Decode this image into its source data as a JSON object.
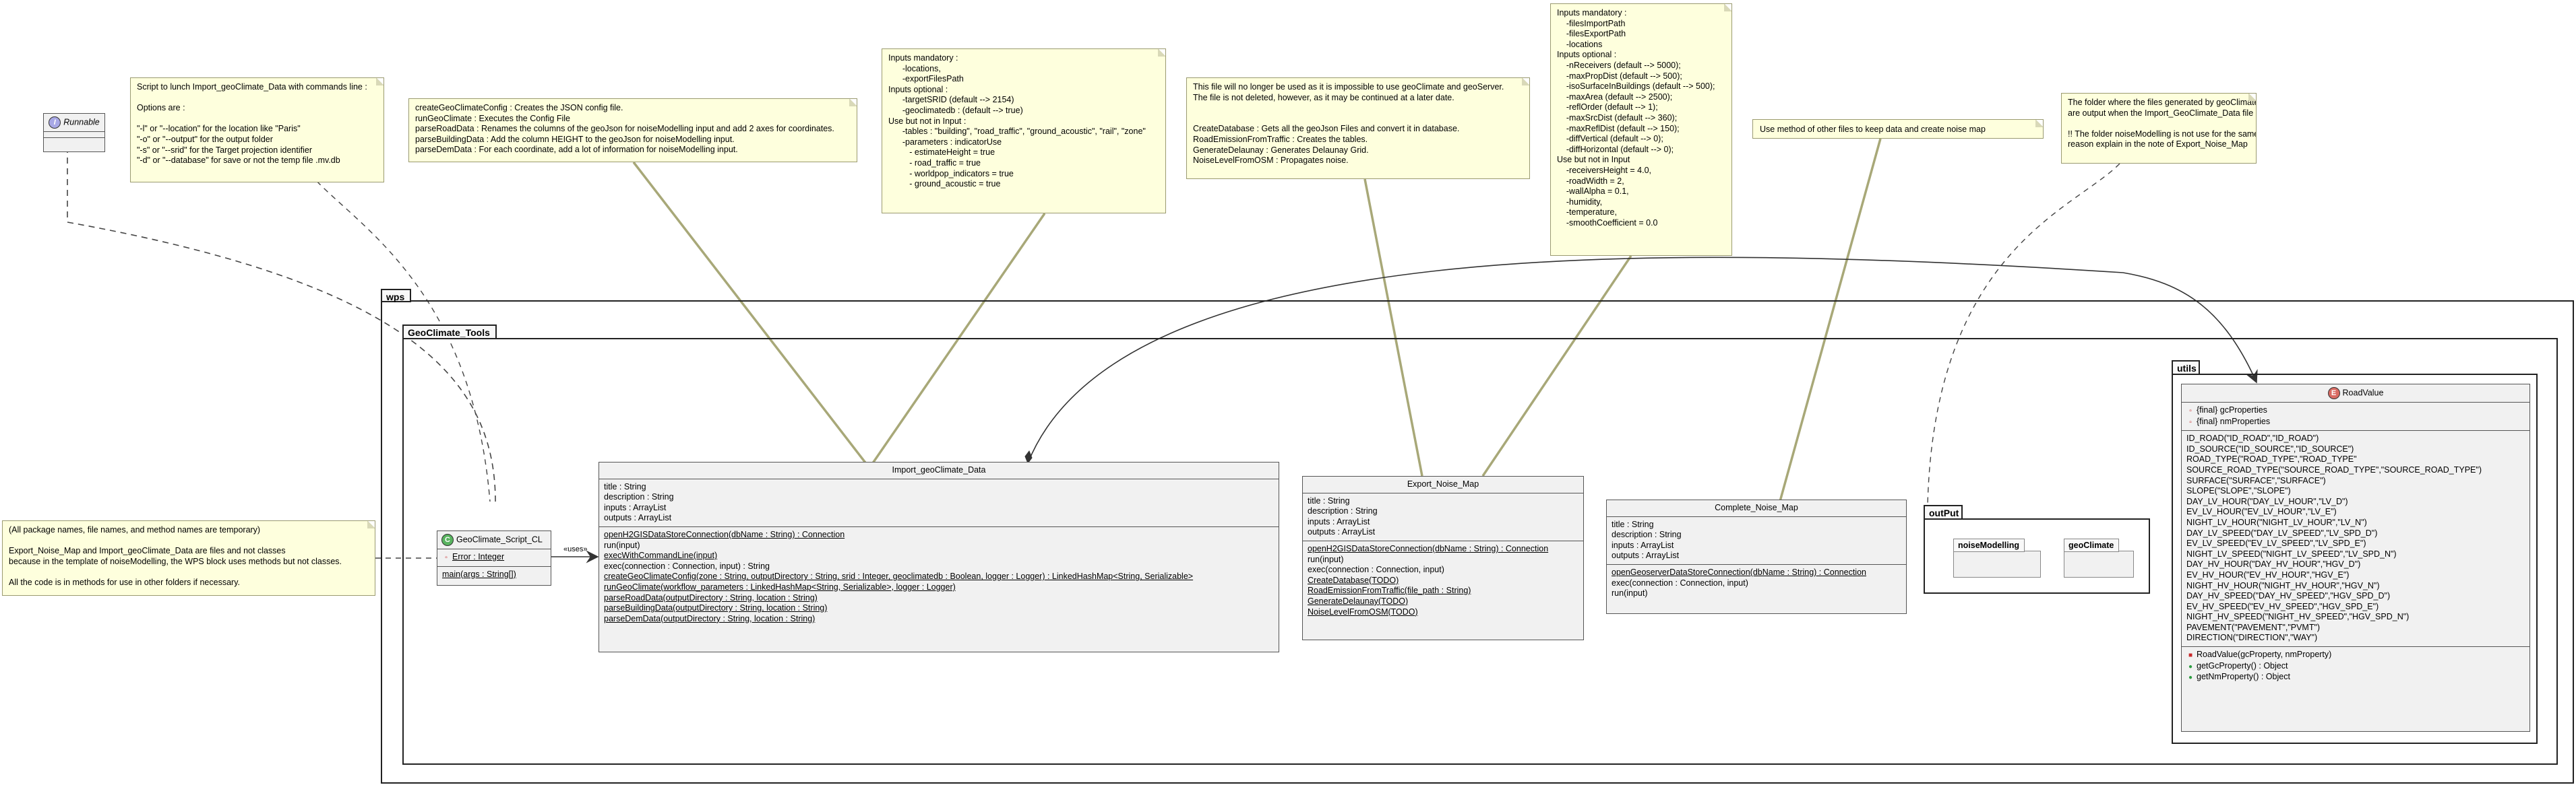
{
  "colors": {
    "note_bg": "#feffdd",
    "class_bg": "#f1f1f1",
    "class_icon": "#58b35f",
    "enum_icon": "#d96b63",
    "interface_icon": "#a8a8e6"
  },
  "runnable": {
    "icon": "I",
    "name": "Runnable"
  },
  "packages": {
    "wps": "wps",
    "geoclimate_tools": "GeoClimate_Tools",
    "utils": "utils",
    "output": "outPut",
    "noise_modelling": "noiseModelling",
    "geoclimate": "geoClimate"
  },
  "notes": {
    "script": "Script to lunch Import_geoClimate_Data with commands line :\n\nOptions are :\n\n\"-l\" or \"--location\" for the location like \"Paris\"\n\"-o\" or \"--output\" for the output folder\n\"-s\" or \"--srid\" for the Target projection identifier\n\"-d\" or \"--database\" for save or not the temp file .mv.db",
    "config": "createGeoClimateConfig : Creates the JSON config file.\nrunGeoClimate : Executes the Config File\nparseRoadData : Renames the columns of the geoJson for noiseModelling input and add 2 axes for coordinates.\nparseBuildingData : Add the column HEIGHT to the geoJson for noiseModelling input.\nparseDemData : For each coordinate, add a lot of information for noiseModelling input.",
    "inputs": "Inputs mandatory :\n      -locations,\n      -exportFilesPath\nInputs optional :\n      -targetSRID (default --> 2154)\n      -geoclimatedb : (default --> true)\nUse but not in Input :\n      -tables : \"building\", \"road_traffic\", \"ground_acoustic\", \"rail\", \"zone\"\n      -parameters : indicatorUse\n         - estimateHeight = true\n         - road_traffic = true\n         - worldpop_indicators = true\n         - ground_acoustic = true",
    "export": "This file will no longer be used as it is impossible to use geoClimate and geoServer.\nThe file is not deleted, however, as it may be continued at a later date.\n\n\nCreateDatabase : Gets all the geoJson Files and convert it in database.\nRoadEmissionFromTraffic : Creates the tables.\nGenerateDelaunay : Generates Delaunay Grid.\nNoiseLevelFromOSM : Propagates noise.",
    "params": "Inputs mandatory :\n    -filesImportPath\n    -filesExportPath\n    -locations\nInputs optional :\n    -nReceivers (default --> 5000);\n    -maxPropDist (default --> 500);\n    -isoSurfaceInBuildings (default --> 500);\n    -maxArea (default --> 2500);\n    -reflOrder (default --> 1);\n    -maxSrcDist (default --> 360);\n    -maxReflDist (default --> 150);\n    -diffVertical (default --> 0);\n    -diffHorizontal (default --> 0);\nUse but not in Input\n    -receiversHeight = 4.0,\n    -roadWidth = 2,\n    -wallAlpha = 0.1,\n    -humidity,\n    -temperature,\n    -smoothCoefficient = 0.0",
    "method": "Use method of other files to keep data and create noise map",
    "folder": "The folder where the files generated by geoClimate\nare output when the Import_GeoClimate_Data file is run.\n\n!! The folder noiseModelling is not use for the same\nreason explain in the note of Export_Noise_Map",
    "packages": "(All package names, file names, and method names are temporary)\n\nExport_Noise_Map and Import_geoClimate_Data are files and not classes\nbecause in the template of noiseModelling, the WPS block uses methods but not classes.\n\nAll the code is in methods for use in other folders if necessary."
  },
  "script_class": {
    "icon": "C",
    "name": "GeoClimate_Script_CL",
    "fields": [
      "Error : Integer"
    ],
    "methods": [
      "main(args : String[])"
    ]
  },
  "uses_label": "«uses»",
  "import_class": {
    "name": "Import_geoClimate_Data",
    "fields": [
      "title : String",
      "description : String",
      "inputs : ArrayList",
      "outputs : ArrayList"
    ],
    "methods": [
      {
        "text": "openH2GISDataStoreConnection(dbName : String) : Connection",
        "static": true
      },
      {
        "text": "run(input)",
        "static": false
      },
      {
        "text": "execWithCommandLine(input)",
        "static": true
      },
      {
        "text": "exec(connection : Connection, input) : String",
        "static": false
      },
      {
        "text": "createGeoClimateConfig(zone : String, outputDirectory : String, srid : Integer, geoclimatedb : Boolean, logger : Logger) : LinkedHashMap<String, Serializable>",
        "static": true
      },
      {
        "text": "runGeoClimate(workflow_parameters : LinkedHashMap<String, Serializable>, logger : Logger)",
        "static": true
      },
      {
        "text": "parseRoadData(outputDirectory : String, location : String)",
        "static": true
      },
      {
        "text": "parseBuildingData(outputDirectory : String, location : String)",
        "static": true
      },
      {
        "text": "parseDemData(outputDirectory : String, location : String)",
        "static": true
      }
    ]
  },
  "export_class": {
    "name": "Export_Noise_Map",
    "fields": [
      "title : String",
      "description : String",
      "inputs : ArrayList",
      "outputs : ArrayList"
    ],
    "methods": [
      {
        "text": "openH2GISDataStoreConnection(dbName : String) : Connection",
        "static": true
      },
      {
        "text": "run(input)",
        "static": false
      },
      {
        "text": "exec(connection : Connection, input)",
        "static": false
      },
      {
        "text": "CreateDatabase(TODO)",
        "static": true
      },
      {
        "text": "RoadEmissionFromTraffic(file_path : String)",
        "static": true
      },
      {
        "text": "GenerateDelaunay(TODO)",
        "static": true
      },
      {
        "text": "NoiseLevelFromOSM(TODO)",
        "static": true
      }
    ]
  },
  "complete_class": {
    "name": "Complete_Noise_Map",
    "fields": [
      "title : String",
      "description : String",
      "inputs : ArrayList",
      "outputs : ArrayList"
    ],
    "methods": [
      {
        "text": "openGeoserverDataStoreConnection(dbName : String) : Connection",
        "static": true
      },
      {
        "text": "exec(connection : Connection, input)",
        "static": false
      },
      {
        "text": "run(input)",
        "static": false
      }
    ]
  },
  "road_enum": {
    "icon": "E",
    "name": "RoadValue",
    "fields": [
      "{final} gcProperties",
      "{final} nmProperties"
    ],
    "constants": [
      "ID_ROAD(\"ID_ROAD\",\"ID_ROAD\")",
      "ID_SOURCE(\"ID_SOURCE\",\"ID_SOURCE\")",
      "ROAD_TYPE(\"ROAD_TYPE\",\"ROAD_TYPE\"",
      "SOURCE_ROAD_TYPE(\"SOURCE_ROAD_TYPE\",\"SOURCE_ROAD_TYPE\")",
      "SURFACE(\"SURFACE\",\"SURFACE\")",
      "SLOPE(\"SLOPE\",\"SLOPE\")",
      "DAY_LV_HOUR(\"DAY_LV_HOUR\",\"LV_D\")",
      "EV_LV_HOUR(\"EV_LV_HOUR\",\"LV_E\")",
      "NIGHT_LV_HOUR(\"NIGHT_LV_HOUR\",\"LV_N\")",
      "DAY_LV_SPEED(\"DAY_LV_SPEED\",\"LV_SPD_D\")",
      "EV_LV_SPEED(\"EV_LV_SPEED\",\"LV_SPD_E\")",
      "NIGHT_LV_SPEED(\"NIGHT_LV_SPEED\",\"LV_SPD_N\")",
      "DAY_HV_HOUR(\"DAY_HV_HOUR\",\"HGV_D\")",
      "EV_HV_HOUR(\"EV_HV_HOUR\",\"HGV_E\")",
      "NIGHT_HV_HOUR(\"NIGHT_HV_HOUR\",\"HGV_N\")",
      "DAY_HV_SPEED(\"DAY_HV_SPEED\",\"HGV_SPD_D\")",
      "EV_HV_SPEED(\"EV_HV_SPEED\",\"HGV_SPD_E\")",
      "NIGHT_HV_SPEED(\"NIGHT_HV_SPEED\",\"HGV_SPD_N\")",
      "PAVEMENT(\"PAVEMENT\",\"PVMT\")",
      "DIRECTION(\"DIRECTION\",\"WAY\")"
    ],
    "methods": [
      {
        "vis": "private",
        "text": "RoadValue(gcProperty, nmProperty)"
      },
      {
        "vis": "public",
        "text": "getGcProperty() : Object"
      },
      {
        "vis": "public",
        "text": "getNmProperty() : Object"
      }
    ]
  }
}
